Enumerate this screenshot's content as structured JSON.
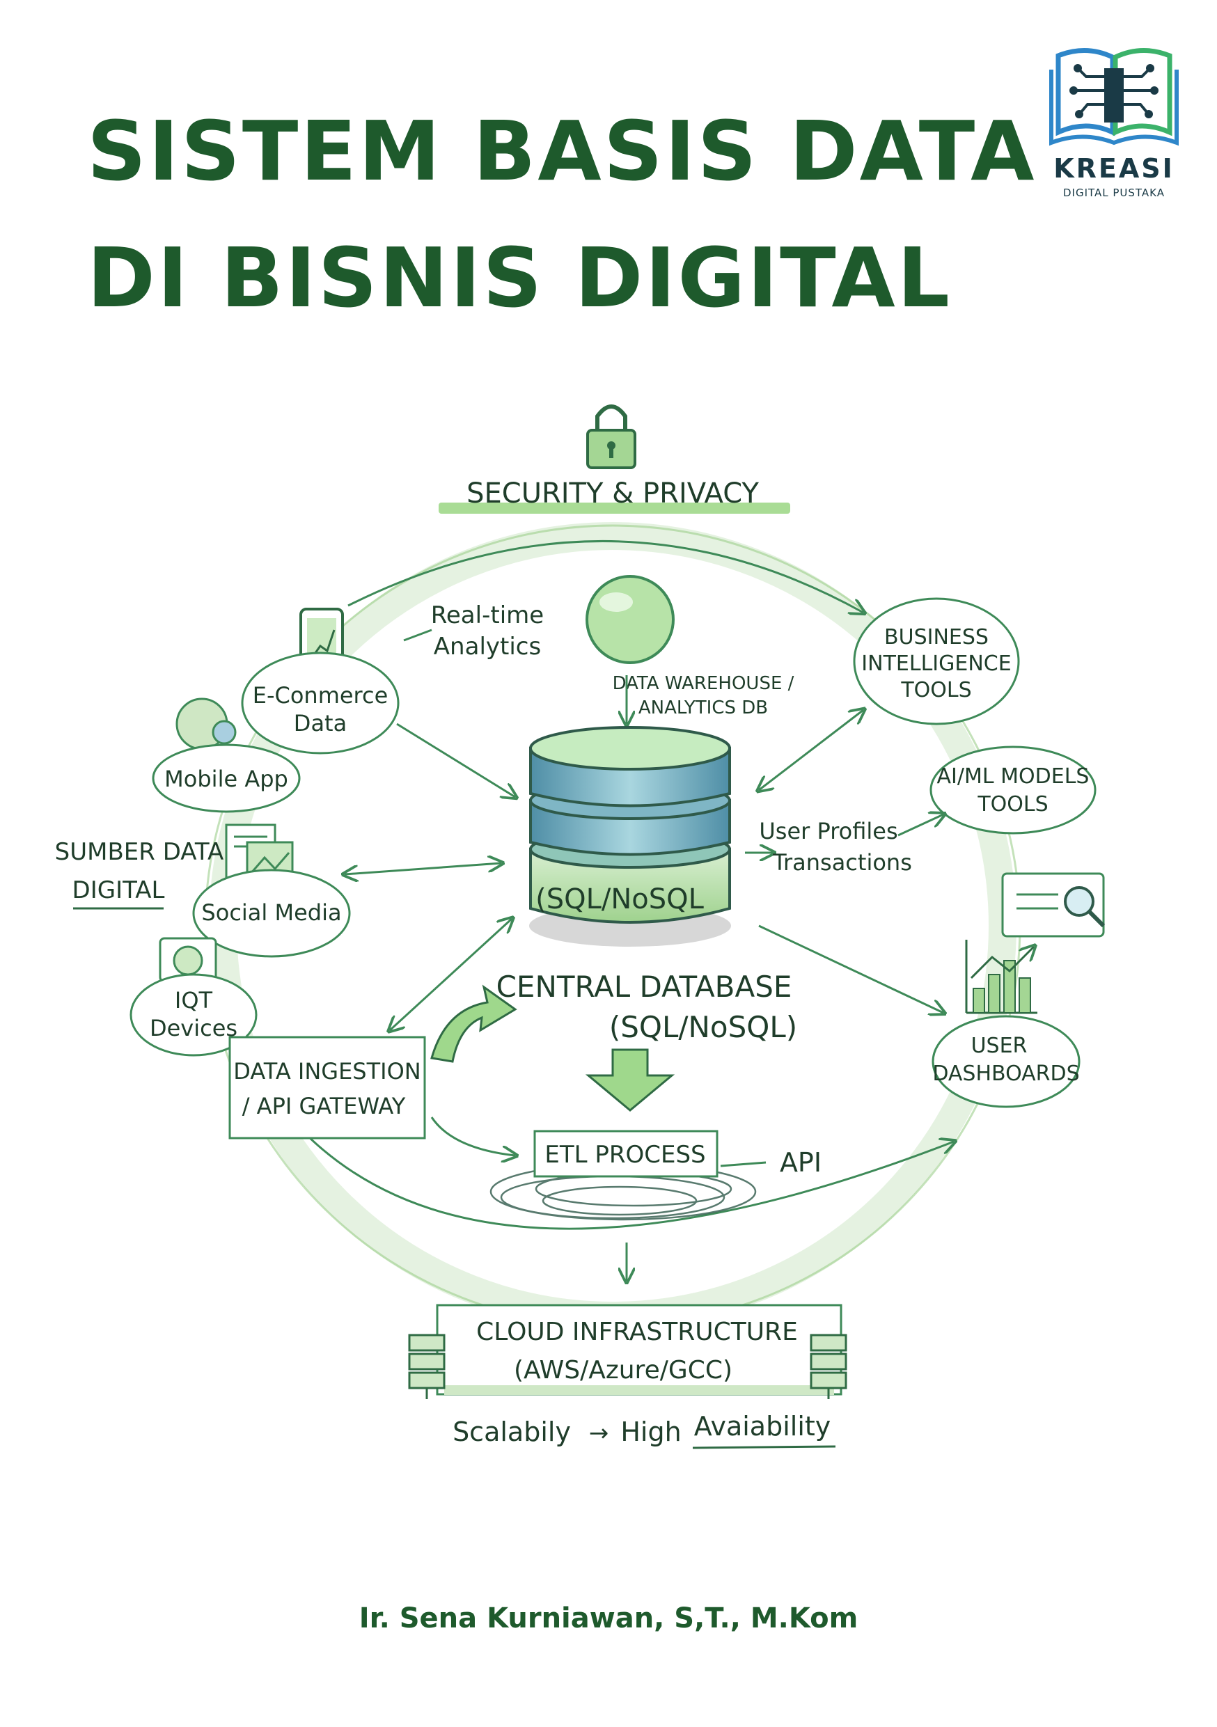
{
  "title": {
    "line1": "SISTEM BASIS DATA",
    "line2": "DI BISNIS DIGITAL"
  },
  "publisher": {
    "name": "KREASI",
    "tagline": "DIGITAL PUSTAKA"
  },
  "diagram": {
    "security": "SECURITY & PRIVACY",
    "realtime_1": "Real-time",
    "realtime_2": "Analytics",
    "warehouse_1": "DATA WAREHOUSE /",
    "warehouse_2": "ANALYTICS DB",
    "bi_1": "BUSINESS",
    "bi_2": "INTELLIGENCE",
    "bi_3": "TOOLS",
    "ecommerce_1": "E-Conmerce",
    "ecommerce_2": "Data",
    "mobile_app": "Mobile App",
    "sumber_1": "SUMBER DATA",
    "sumber_2": "DIGITAL",
    "social_media": "Social Media",
    "iot_1": "IQT",
    "iot_2": "Devices",
    "db_label": "(SQL/NoSQL",
    "aiml_1": "AI/ML MODELS",
    "aiml_2": "TOOLS",
    "profiles_1": "User  Profiles",
    "profiles_2": "Transactions",
    "central_1": "CENTRAL  DATABASE",
    "central_2": "(SQL/NoSQL)",
    "ingestion_1": "DATA INGESTION",
    "ingestion_2": "/ API GATEWAY",
    "user_1": "USER",
    "user_2": "DASHBOARDS",
    "etl": "ETL  PROCESS",
    "api": "API",
    "cloud_1": "CLOUD  INFRASTRUCTURE",
    "cloud_2": "(AWS/Azure/GCC)",
    "scal_1": "Scalabily",
    "scal_arrow": "→",
    "scal_2": "High",
    "scal_3": "Avaiability"
  },
  "author": "Ir. Sena Kurniawan, S,T., M.Kom",
  "colors": {
    "title_green": "#1e5a2c",
    "accent_green": "#8fcf7e",
    "sketch_green": "#3e8a58",
    "db_blue": "#6fa8bc"
  }
}
